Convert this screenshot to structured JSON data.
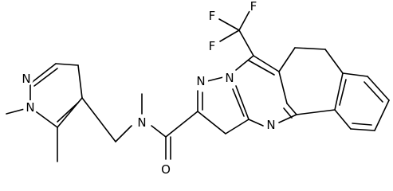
{
  "molecule": {
    "atom_labels": {
      "n_pz1": "N",
      "n_pz2": "N",
      "n_amide": "N",
      "o_amide": "O",
      "n_core1": "N",
      "n_core2": "N",
      "n_core3": "N",
      "f1": "F",
      "f2": "F",
      "f3": "F"
    }
  }
}
